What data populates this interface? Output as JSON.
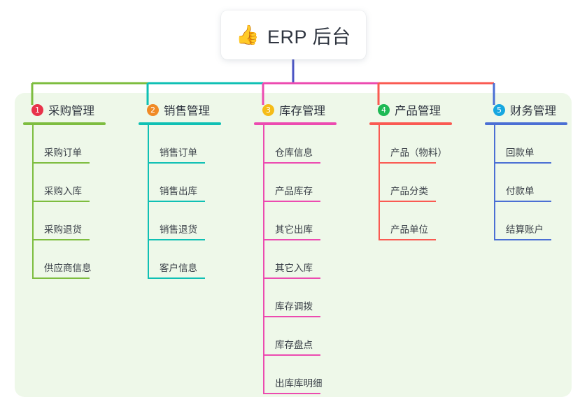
{
  "root": {
    "icon": "thumbs-up-icon",
    "emoji": "👍",
    "title": "ERP 后台"
  },
  "theme": {
    "panel_bg": "#eef8e9",
    "page_bg": "#ffffff",
    "root_line": "#4b55c4",
    "text": "#2f3540"
  },
  "columns": [
    {
      "number": "1",
      "title": "采购管理",
      "color": "#7dbd3f",
      "badge_color": "#e8334a",
      "head_width": 118,
      "leaf_rule_width": 82,
      "items": [
        {
          "label": "采购订单"
        },
        {
          "label": "采购入库"
        },
        {
          "label": "采购退货"
        },
        {
          "label": "供应商信息"
        }
      ]
    },
    {
      "number": "2",
      "title": "销售管理",
      "color": "#0fc0b4",
      "badge_color": "#f08a26",
      "head_width": 118,
      "leaf_rule_width": 82,
      "items": [
        {
          "label": "销售订单"
        },
        {
          "label": "销售出库"
        },
        {
          "label": "销售退货"
        },
        {
          "label": "客户信息"
        }
      ]
    },
    {
      "number": "3",
      "title": "库存管理",
      "color": "#ec4bb0",
      "badge_color": "#f5bc18",
      "head_width": 118,
      "leaf_rule_width": 82,
      "items": [
        {
          "label": "仓库信息"
        },
        {
          "label": "产品库存"
        },
        {
          "label": "其它出库"
        },
        {
          "label": "其它入库"
        },
        {
          "label": "库存调拨"
        },
        {
          "label": "库存盘点"
        },
        {
          "label": "出库库明细"
        }
      ]
    },
    {
      "number": "4",
      "title": "产品管理",
      "color": "#fa5a52",
      "badge_color": "#1db954",
      "head_width": 118,
      "leaf_rule_width": 82,
      "items": [
        {
          "label": "产品（物料）"
        },
        {
          "label": "产品分类"
        },
        {
          "label": "产品单位"
        }
      ]
    },
    {
      "number": "5",
      "title": "财务管理",
      "color": "#4b6fd4",
      "badge_color": "#16a7e0",
      "head_width": 118,
      "leaf_rule_width": 82,
      "items": [
        {
          "label": "回款单"
        },
        {
          "label": "付款单"
        },
        {
          "label": "结算账户"
        }
      ]
    }
  ]
}
